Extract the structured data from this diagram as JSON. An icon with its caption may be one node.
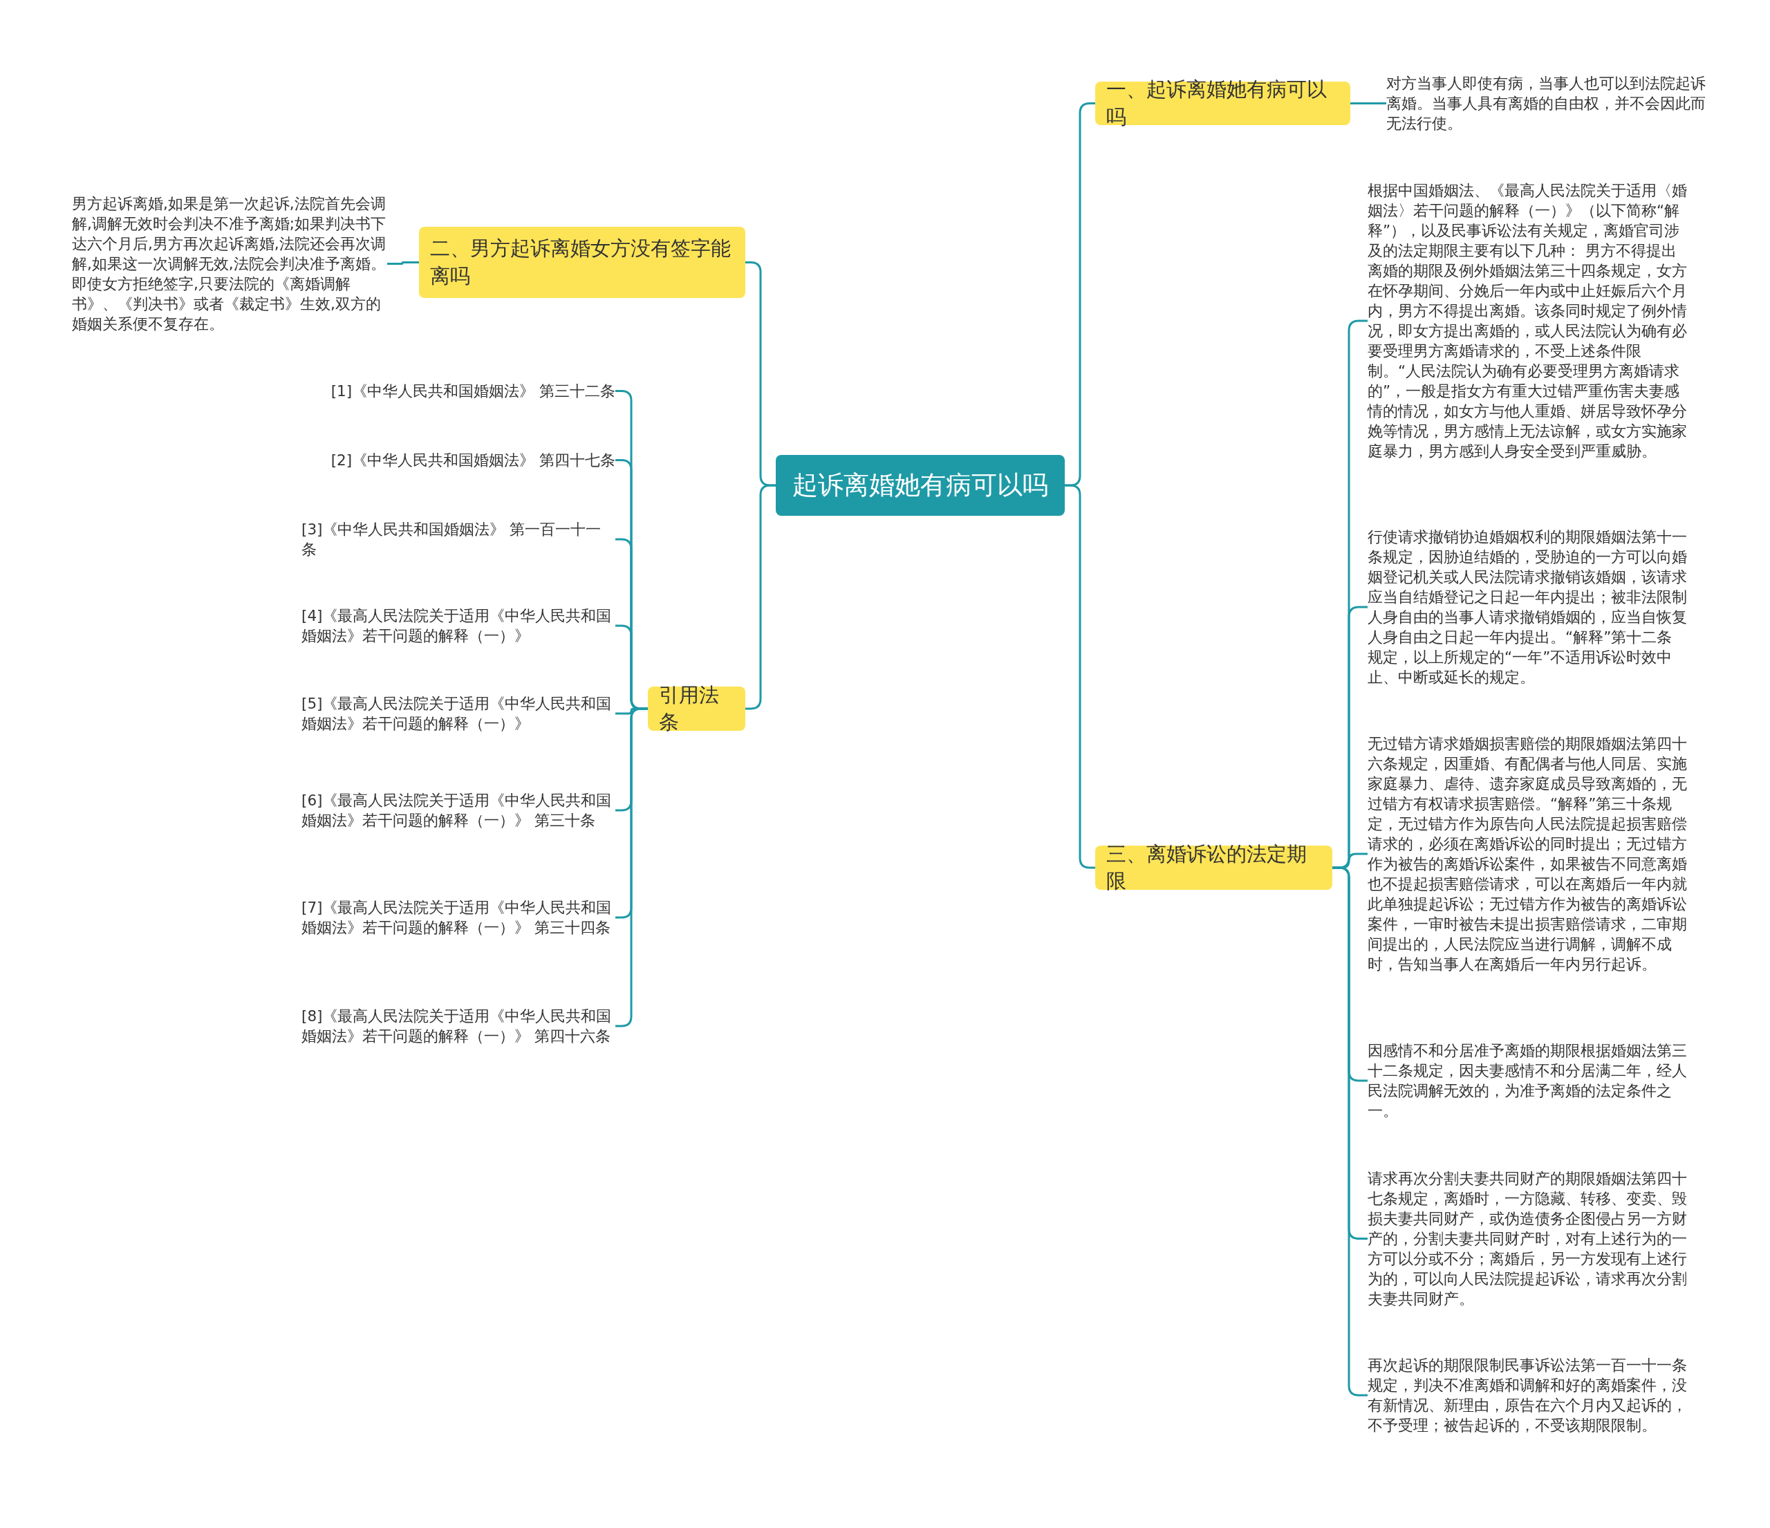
{
  "diagram": {
    "nodes": [
      {
        "text": [
          "起诉离婚她有病可以吗"
        ]
      },
      {
        "text": [
          "一、起诉离婚她有病可以吗"
        ]
      },
      {
        "text": [
          "对方当事人即使有病，当事人也可以到法院起诉离婚。当事人具有离婚的自由权，并不会因此而无法行使。"
        ]
      },
      {
        "text": [
          "二、男方起诉离婚女方没有签字能离吗"
        ]
      },
      {
        "text": [
          "男方起诉离婚,如果是第一次起诉,法院首先会调解,调解无效时会判决不准予离婚;如果判决书下达六个月后,男方再次起诉离婚,法院还会再次调解,如果这一次调解无效,法院会判决准予离婚。即使女方拒绝签字,只要法院的《离婚调解书》、《判决书》或者《裁定书》生效,双方的婚姻关系便不复存在。"
        ]
      },
      {
        "text": [
          "引用法条"
        ]
      },
      {
        "text": [
          "[1]《中华人民共和国婚姻法》 第三十二条"
        ]
      },
      {
        "text": [
          "[2]《中华人民共和国婚姻法》 第四十七条"
        ]
      },
      {
        "text": [
          "[3]《中华人民共和国婚姻法》 第一百一十一条"
        ]
      },
      {
        "text": [
          "[4]《最高人民法院关于适用《中华人民共和国婚姻法》若干问题的解释（一）》"
        ]
      },
      {
        "text": [
          "[5]《最高人民法院关于适用《中华人民共和国婚姻法》若干问题的解释（一）》"
        ]
      },
      {
        "text": [
          "[6]《最高人民法院关于适用《中华人民共和国婚姻法》若干问题的解释（一）》 第三十条"
        ]
      },
      {
        "text": [
          "[7]《最高人民法院关于适用《中华人民共和国婚姻法》若干问题的解释（一）》 第三十四条"
        ]
      },
      {
        "text": [
          "[8]《最高人民法院关于适用《中华人民共和国婚姻法》若干问题的解释（一）》 第四十六条"
        ]
      },
      {
        "text": [
          "三、离婚诉讼的法定期限"
        ]
      },
      {
        "text": [
          "根据中国婚姻法、《最高人民法院关于适用〈婚姻法〉若干问题的解释（一）》（以下简称“解释”），以及民事诉讼法有关规定，离婚官司涉及的法定期限主要有以下几种： 男方不得提出离婚的期限及例外婚姻法第三十四条规定，女方在怀孕期间、分娩后一年内或中止妊娠后六个月内，男方不得提出离婚。该条同时规定了例外情况，即女方提出离婚的，或人民法院认为确有必要受理男方离婚请求的，不受上述条件限制。“人民法院认为确有必要受理男方离婚请求的”，一般是指女方有重大过错严重伤害夫妻感情的情况，如女方与他人重婚、姘居导致怀孕分娩等情况，男方感情上无法谅解，或女方实施家庭暴力，男方感到人身安全受到严重威胁。"
        ]
      },
      {
        "text": [
          "行使请求撤销协迫婚姻权利的期限婚姻法第十一条规定，因胁迫结婚的，受胁迫的一方可以向婚姻登记机关或人民法院请求撤销该婚姻，该请求应当自结婚登记之日起一年内提出；被非法限制人身自由的当事人请求撤销婚姻的，应当自恢复人身自由之日起一年内提出。“解释”第十二条规定，以上所规定的“一年”不适用诉讼时效中止、中断或延长的规定。"
        ]
      },
      {
        "text": [
          "无过错方请求婚姻损害赔偿的期限婚姻法第四十六条规定，因重婚、有配偶者与他人同居、实施家庭暴力、虐待、遗弃家庭成员导致离婚的，无过错方有权请求损害赔偿。“解释”第三十条规定，无过错方作为原告向人民法院提起损害赔偿请求的，必须在离婚诉讼的同时提出；无过错方作为被告的离婚诉讼案件，如果被告不同意离婚也不提起损害赔偿请求，可以在离婚后一年内就此单独提起诉讼；无过错方作为被告的离婚诉讼案件，一审时被告未提出损害赔偿请求，二审期间提出的，人民法院应当进行调解，调解不成时，告知当事人在离婚后一年内另行起诉。"
        ]
      },
      {
        "text": [
          "因感情不和分居准予离婚的期限根据婚姻法第三十二条规定，因夫妻感情不和分居满二年，经人民法院调解无效的，为准予离婚的法定条件之一。"
        ]
      },
      {
        "text": [
          "请求再次分割夫妻共同财产的期限婚姻法第四十七条规定，离婚时，一方隐藏、转移、变卖、毁损夫妻共同财产，或伪造债务企图侵占另一方财产的，分割夫妻共同财产时，对有上述行为的一方可以分或不分；离婚后，另一方发现有上述行为的，可以向人民法院提起诉讼，请求再次分割夫妻共同财产。"
        ]
      },
      {
        "text": [
          "再次起诉的期限限制民事诉讼法第一百一十一条规定，判决不准离婚和调解和好的离婚案件，没有新情况、新理由，原告在六个月内又起诉的，不予受理；被告起诉的，不受该期限限制。"
        ]
      }
    ],
    "edges": [
      {
        "from": 0,
        "to": 1,
        "arrow": "none"
      },
      {
        "from": 1,
        "to": 2,
        "arrow": "none"
      },
      {
        "from": 0,
        "to": 3,
        "arrow": "none"
      },
      {
        "from": 3,
        "to": 4,
        "arrow": "none"
      },
      {
        "from": 0,
        "to": 5,
        "arrow": "none"
      },
      {
        "from": 5,
        "to": 6,
        "arrow": "none"
      },
      {
        "from": 5,
        "to": 7,
        "arrow": "none"
      },
      {
        "from": 5,
        "to": 8,
        "arrow": "none"
      },
      {
        "from": 5,
        "to": 9,
        "arrow": "none"
      },
      {
        "from": 5,
        "to": 10,
        "arrow": "none"
      },
      {
        "from": 5,
        "to": 11,
        "arrow": "none"
      },
      {
        "from": 5,
        "to": 12,
        "arrow": "none"
      },
      {
        "from": 5,
        "to": 13,
        "arrow": "none"
      },
      {
        "from": 0,
        "to": 14,
        "arrow": "none"
      },
      {
        "from": 14,
        "to": 15,
        "arrow": "none"
      },
      {
        "from": 14,
        "to": 16,
        "arrow": "none"
      },
      {
        "from": 14,
        "to": 17,
        "arrow": "none"
      },
      {
        "from": 14,
        "to": 18,
        "arrow": "none"
      },
      {
        "from": 14,
        "to": 19,
        "arrow": "none"
      },
      {
        "from": 14,
        "to": 20,
        "arrow": "none"
      }
    ]
  }
}
